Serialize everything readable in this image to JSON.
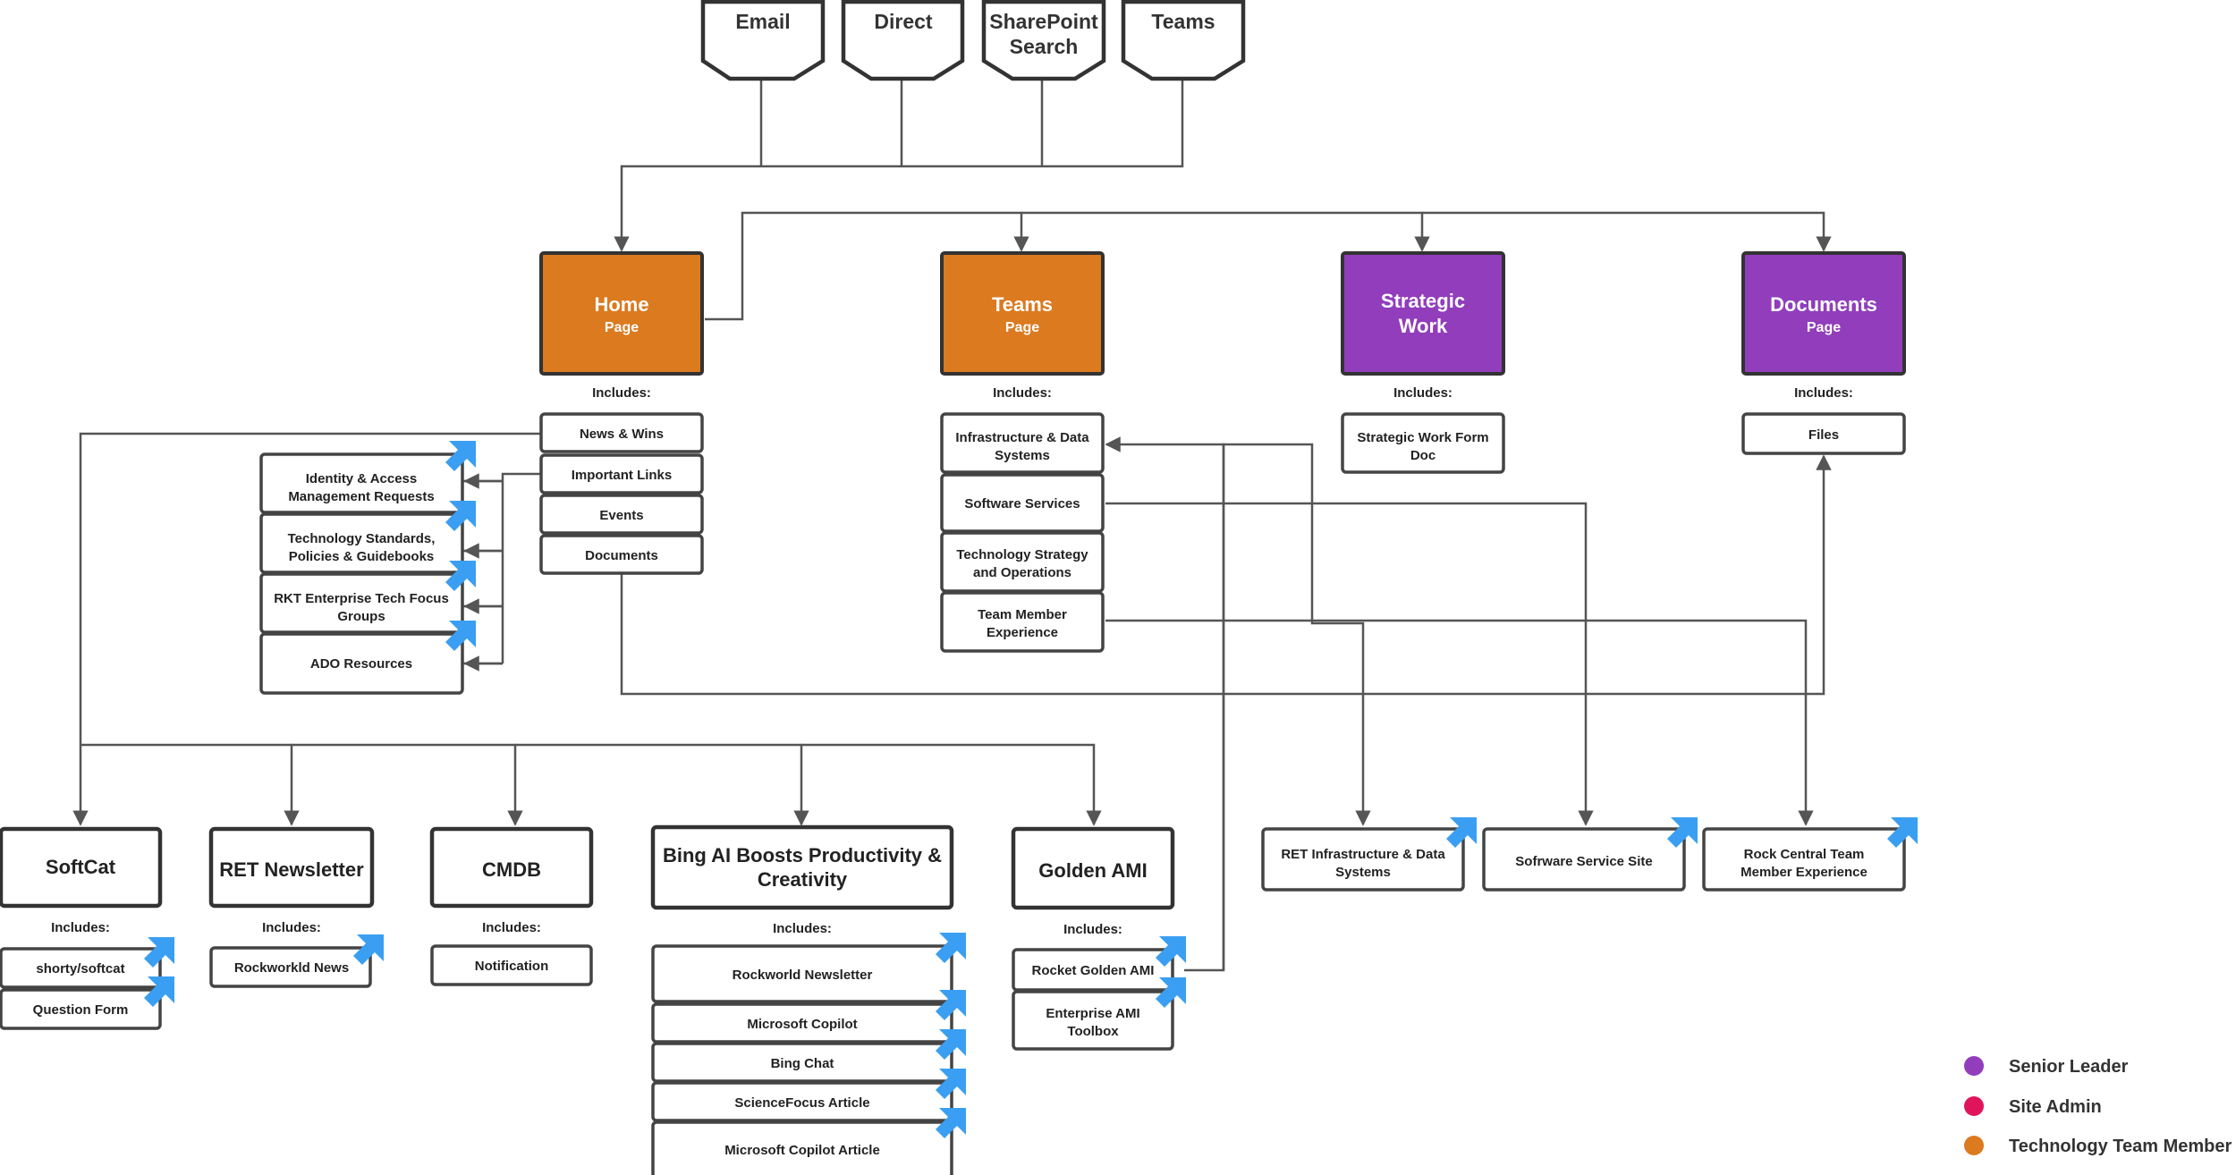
{
  "sources": [
    "Email",
    "Direct",
    "SharePoint Search",
    "Teams"
  ],
  "pages": [
    {
      "title": "Home",
      "sub": "Page"
    },
    {
      "title": "Teams",
      "sub": "Page"
    },
    {
      "title": "Strategic Work",
      "sub": ""
    },
    {
      "title": "Documents",
      "sub": "Page"
    }
  ],
  "includes_label": "Includes:",
  "home_items": [
    "News & Wins",
    "Important Links",
    "Events",
    "Documents"
  ],
  "important_links": [
    "Identity & Access Management Requests",
    "Technology Standards, Policies & Guidebooks",
    "RKT Enterprise Tech Focus Groups",
    "ADO Resources"
  ],
  "teams_items": [
    "Infrastructure & Data Systems",
    "Software Services",
    "Technology Strategy and Operations",
    "Team Member Experience"
  ],
  "strategic_items": [
    "Strategic Work Form Doc"
  ],
  "documents_items": [
    "Files"
  ],
  "team_sites": [
    "RET Infrastructure & Data Systems",
    "Sofrware Service Site",
    "Rock Central Team Member Experience"
  ],
  "news": [
    {
      "title": "SoftCat",
      "items": [
        "shorty/softcat",
        "Question Form"
      ]
    },
    {
      "title": "RET Newsletter",
      "items": [
        "Rockworkld News"
      ]
    },
    {
      "title": "CMDB",
      "items": [
        "Notification"
      ]
    },
    {
      "title": "Bing AI Boosts Productivity & Creativity",
      "items": [
        "Rockworld Newsletter",
        "Microsoft Copilot",
        "Bing Chat",
        "ScienceFocus Article",
        "Microsoft Copilot Article"
      ]
    },
    {
      "title": "Golden AMI",
      "items": [
        "Rocket Golden AMI",
        "Enterprise AMI Toolbox"
      ]
    }
  ],
  "legend": [
    {
      "label": "Senior Leader",
      "color": "#913dbc"
    },
    {
      "label": "Site Admin",
      "color": "#e0145a"
    },
    {
      "label": "Technology Team Member",
      "color": "#db7a1f"
    }
  ],
  "colors": {
    "orange": "#db7a1f",
    "purple": "#913dbc",
    "link_icon": "#3a9ff2"
  },
  "icon_names": {
    "external_link": "external-link-icon",
    "legend_dot": "circle-icon"
  }
}
